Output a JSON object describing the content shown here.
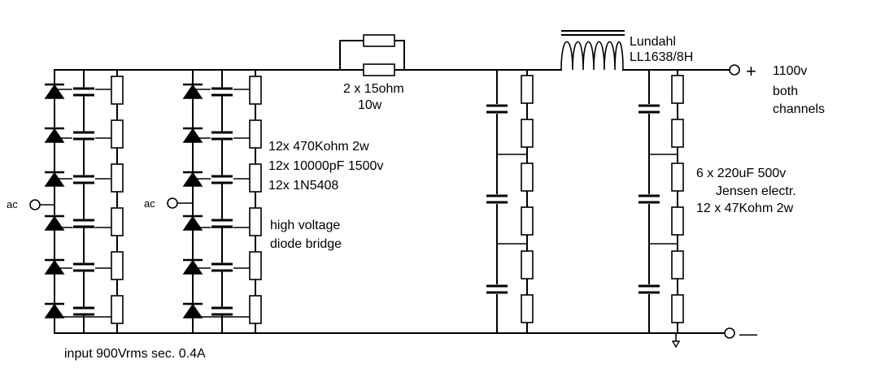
{
  "labels": {
    "ac_left": "ac",
    "ac_right": "ac",
    "resistor_pair_line1": "2 x 15ohm",
    "resistor_pair_line2": "10w",
    "choke_line1": "Lundahl",
    "choke_line2": "LL1638/8H",
    "output_voltage": "1100v",
    "output_note_line1": "both",
    "output_note_line2": "channels",
    "bridge_parts_line1": "12x 470Kohm 2w",
    "bridge_parts_line2": "12x 10000pF 1500v",
    "bridge_parts_line3": "12x 1N5408",
    "bridge_desc_line1": "high voltage",
    "bridge_desc_line2": "diode bridge",
    "filter_parts_line1": "6 x 220uF 500v",
    "filter_parts_line2": "Jensen electr.",
    "filter_parts_line3": "12 x 47Kohm 2w",
    "input_note": "input 900Vrms sec. 0.4A",
    "plus_sign": "+",
    "minus_sign": "—"
  }
}
